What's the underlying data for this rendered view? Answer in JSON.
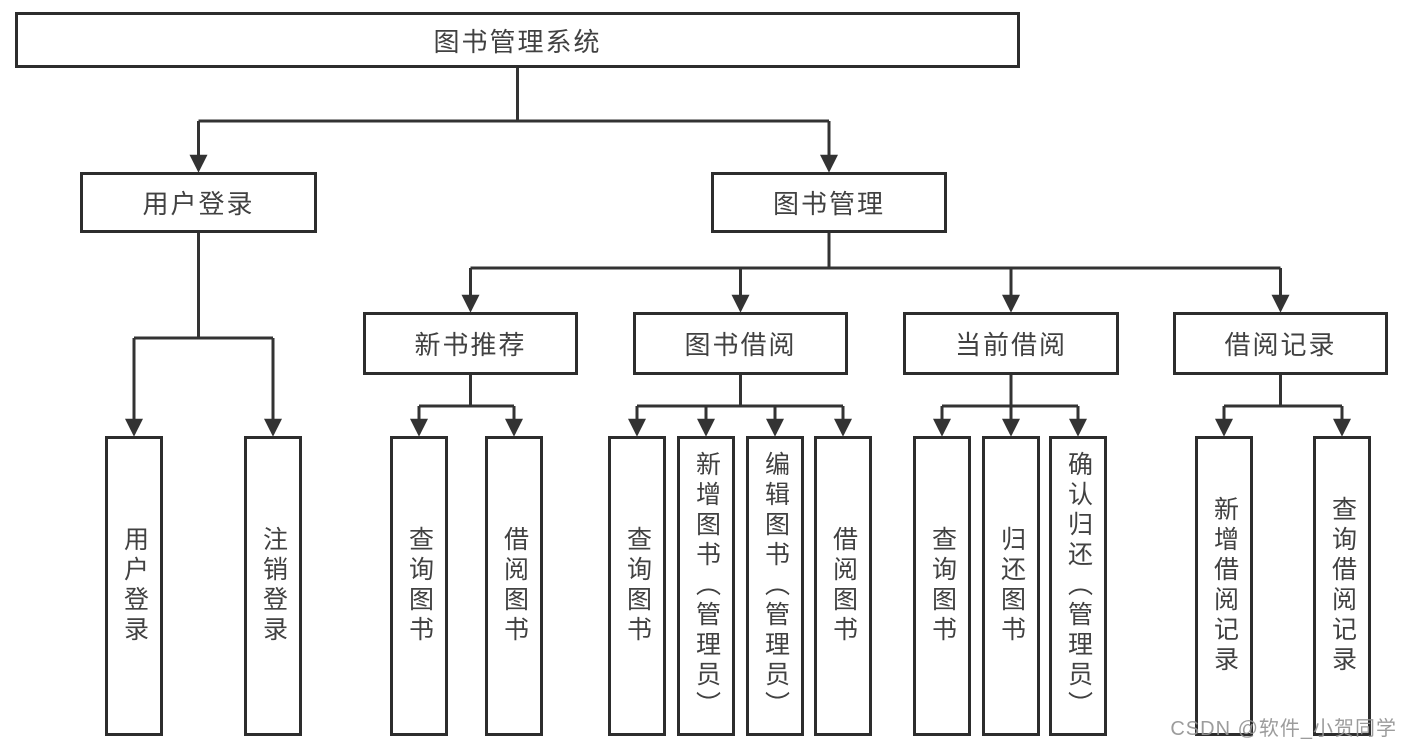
{
  "diagram": {
    "root": {
      "label": "图书管理系统"
    },
    "branches": [
      {
        "label": "用户登录",
        "leaves": [
          {
            "label": "用户登录"
          },
          {
            "label": "注销登录"
          }
        ]
      },
      {
        "label": "图书管理",
        "sections": [
          {
            "label": "新书推荐",
            "leaves": [
              {
                "label": "查询图书"
              },
              {
                "label": "借阅图书"
              }
            ]
          },
          {
            "label": "图书借阅",
            "leaves": [
              {
                "label": "查询图书"
              },
              {
                "label": "新增图书（管理员）"
              },
              {
                "label": "编辑图书（管理员）"
              },
              {
                "label": "借阅图书"
              }
            ]
          },
          {
            "label": "当前借阅",
            "leaves": [
              {
                "label": "查询图书"
              },
              {
                "label": "归还图书"
              },
              {
                "label": "确认归还（管理员）"
              }
            ]
          },
          {
            "label": "借阅记录",
            "leaves": [
              {
                "label": "新增借阅记录"
              },
              {
                "label": "查询借阅记录"
              }
            ]
          }
        ]
      }
    ],
    "colors": {
      "line": "#333333",
      "box_border": "#2d2d2d",
      "text": "#414141",
      "background": "#ffffff",
      "watermark": "#949494"
    }
  },
  "watermark": {
    "text": "CSDN @软件_小贺同学"
  }
}
